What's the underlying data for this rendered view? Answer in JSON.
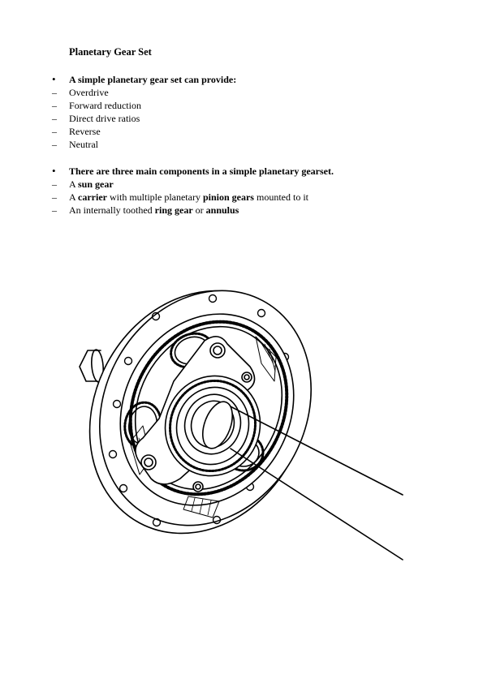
{
  "document": {
    "title": "Planetary Gear Set",
    "section1": {
      "bullet_marker": "•",
      "heading": "A simple planetary gear set can provide:",
      "dash_marker": "–",
      "items": [
        "Overdrive",
        "Forward reduction",
        "Direct drive ratios",
        "Reverse",
        "Neutral"
      ]
    },
    "section2": {
      "bullet_marker": "•",
      "heading": "There are three main components in a simple planetary gearset.",
      "dash_marker": "–",
      "item1": {
        "pre": "A ",
        "bold": "sun gear"
      },
      "item2": {
        "pre": "A ",
        "bold1": "carrier",
        "mid": " with multiple planetary ",
        "bold2": "pinion gears",
        "post": " mounted to it"
      },
      "item3": {
        "pre": "An internally toothed ",
        "bold1": "ring gear",
        "mid": " or ",
        "bold2": "annulus"
      }
    }
  },
  "figure": {
    "subject": "planetary gear set cutaway illustration",
    "line_color": "#000000",
    "fill_color": "#ffffff"
  }
}
